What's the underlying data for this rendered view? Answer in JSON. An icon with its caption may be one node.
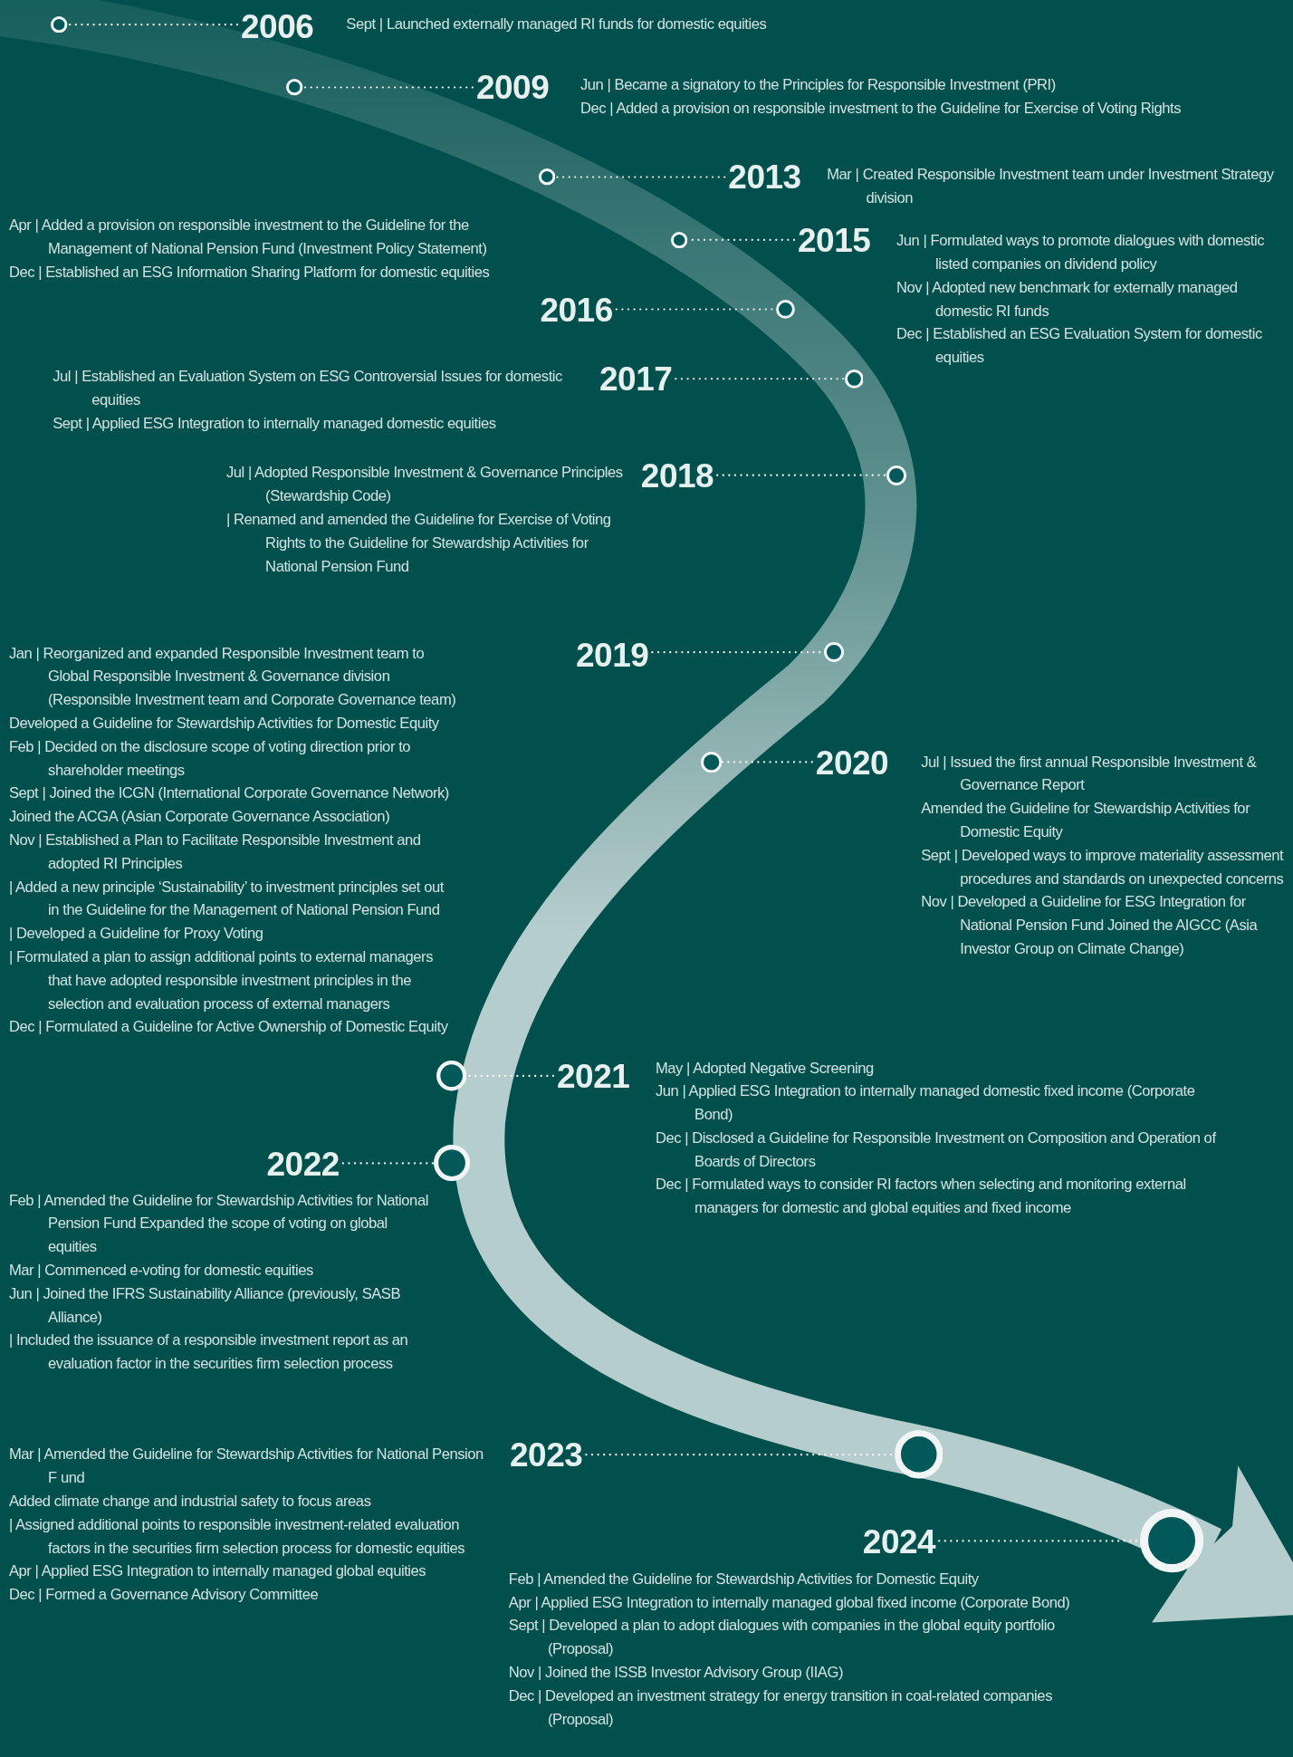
{
  "diagram": {
    "nodes": [
      {
        "text": [
          "2006"
        ],
        "beside": [
          "Sept | Launched externally managed RI funds for domestic equities"
        ]
      },
      {
        "text": [],
        "shape": "circle"
      },
      {
        "text": [
          "2009"
        ],
        "beside": [
          "Jun | Became a signatory to the Principles for Responsible Investment (PRI)",
          "Dec | Added a provision on responsible investment to the Guideline for Exercise of Voting Rights"
        ]
      },
      {
        "text": [],
        "shape": "circle"
      },
      {
        "text": [
          "2013"
        ],
        "beside": [
          "Mar | Created Responsible Investment team under Investment Strategy division"
        ]
      },
      {
        "text": [],
        "shape": "circle"
      },
      {
        "text": [
          "2015"
        ],
        "beside": [
          "Jun | Formulated ways to promote dialogues with domestic listed companies on dividend policy",
          "Nov | Adopted new benchmark for externally managed domestic RI funds",
          "Dec | Established an ESG Evaluation System for domestic equities"
        ]
      },
      {
        "text": [],
        "shape": "circle"
      },
      {
        "text": [
          "2016"
        ],
        "beside": [
          "Apr | Added a provision on responsible investment to the Guideline for the Management of National Pension Fund (Investment Policy Statement)",
          "Dec | Established an ESG Information Sharing Platform for domestic equities"
        ]
      },
      {
        "text": [],
        "shape": "circle"
      },
      {
        "text": [
          "2017"
        ],
        "beside": [
          "Jul | Established an Evaluation System on ESG Controversial Issues for domestic equities",
          "Sept | Applied ESG Integration to internally managed domestic equities"
        ]
      },
      {
        "text": [],
        "shape": "circle"
      },
      {
        "text": [
          "2018"
        ],
        "beside": [
          "Jul | Adopted Responsible Investment & Governance Principles (Stewardship Code)",
          "| Renamed and amended the Guideline for Exercise of Voting Rights to the Guideline for Stewardship Activities for National Pension Fund"
        ]
      },
      {
        "text": [],
        "shape": "circle"
      },
      {
        "text": [
          "2019"
        ],
        "beside": [
          "Jan | Reorganized and expanded Responsible Investment team to Global Responsible Investment & Governance division (Responsible Investment team and Corporate Governance team)",
          "Developed a Guideline for Stewardship Activities for Domestic Equity",
          "Feb | Decided on the disclosure scope of voting direction prior to shareholder meetings",
          "Sept | Joined the ICGN (International Corporate Governance Network)",
          "Joined the ACGA (Asian Corporate Governance Association)",
          "Nov | Established a Plan to Facilitate Responsible Investment and adopted RI Principles",
          "| Added a new principle ‘Sustainability’ to investment principles set out in the Guideline for the Management of National Pension Fund",
          "| Developed a Guideline for Proxy Voting",
          "| Formulated a plan to assign additional points to external managers that have adopted responsible investment principles in the selection and evaluation process of external managers",
          "Dec | Formulated a Guideline for Active Ownership of Domestic Equity"
        ]
      },
      {
        "text": [],
        "shape": "circle"
      },
      {
        "text": [
          "2020"
        ],
        "beside": [
          "Jul | Issued the first annual Responsible Investment & Governance Report",
          "Amended the Guideline for Stewardship Activities for Domestic Equity",
          "Sept | Developed ways to improve materiality assessment procedures and standards on unexpected concerns",
          "Nov | Developed a Guideline for ESG Integration for National Pension Fund Joined the AIGCC (Asia Investor Group on Climate Change)"
        ]
      },
      {
        "text": [],
        "shape": "circle"
      },
      {
        "text": [
          "2021"
        ],
        "beside": [
          "May | Adopted Negative Screening",
          "Jun | Applied ESG Integration to internally managed domestic fixed income (Corporate Bond)",
          "Dec | Disclosed a Guideline for Responsible Investment on Composition and Operation of Boards of Directors",
          "Dec | Formulated ways to consider RI factors when selecting and monitoring external managers for domestic and global equities and fixed income"
        ]
      },
      {
        "text": [],
        "shape": "circle"
      },
      {
        "text": [
          "2022"
        ],
        "beside": [
          "Feb | Amended the Guideline for Stewardship Activities for National Pension Fund Expanded the scope of voting on global equities",
          "Mar | Commenced e-voting for domestic equities",
          "Jun | Joined the IFRS Sustainability Alliance (previously, SASB Alliance)",
          "| Included the issuance of a responsible investment report as an evaluation factor in the securities firm selection process"
        ]
      },
      {
        "text": [],
        "shape": "circle"
      },
      {
        "text": [
          "2023"
        ],
        "beside": [
          "Mar | Amended the Guideline for Stewardship Activities for National Pension F und",
          "Added climate change and industrial safety to focus areas",
          "| Assigned additional points to responsible investment-related evaluation factors in the securities firm selection process for domestic equities",
          "Apr | Applied ESG Integration to internally managed global equities",
          "Dec | Formed a Governance Advisory Committee"
        ]
      },
      {
        "text": [],
        "shape": "circle"
      },
      {
        "text": [
          "2024"
        ],
        "beside": [
          "Feb | Amended the Guideline for Stewardship Activities for Domestic Equity",
          "Apr | Applied ESG Integration to internally managed global fixed income (Corporate Bond)",
          "Sept | Developed a plan to adopt dialogues with companies in the global equity portfolio (Proposal)",
          "Nov | Joined the ISSB Investor Advisory Group (IIAG)",
          "Dec | Developed an investment strategy for energy transition in coal-related companies (Proposal)"
        ]
      },
      {
        "text": [],
        "shape": "circle"
      }
    ],
    "edges": [
      {
        "from": 0,
        "to": 1,
        "arrow": "none"
      },
      {
        "from": 2,
        "to": 3,
        "arrow": "none"
      },
      {
        "from": 4,
        "to": 5,
        "arrow": "none"
      },
      {
        "from": 6,
        "to": 7,
        "arrow": "none"
      },
      {
        "from": 8,
        "to": 9,
        "arrow": "none"
      },
      {
        "from": 10,
        "to": 11,
        "arrow": "none"
      },
      {
        "from": 12,
        "to": 13,
        "arrow": "none"
      },
      {
        "from": 14,
        "to": 15,
        "arrow": "none"
      },
      {
        "from": 16,
        "to": 17,
        "arrow": "none"
      },
      {
        "from": 18,
        "to": 19,
        "arrow": "none"
      },
      {
        "from": 20,
        "to": 21,
        "arrow": "none"
      },
      {
        "from": 22,
        "to": 23,
        "arrow": "none"
      },
      {
        "from": 24,
        "to": 25,
        "arrow": "none"
      }
    ]
  }
}
